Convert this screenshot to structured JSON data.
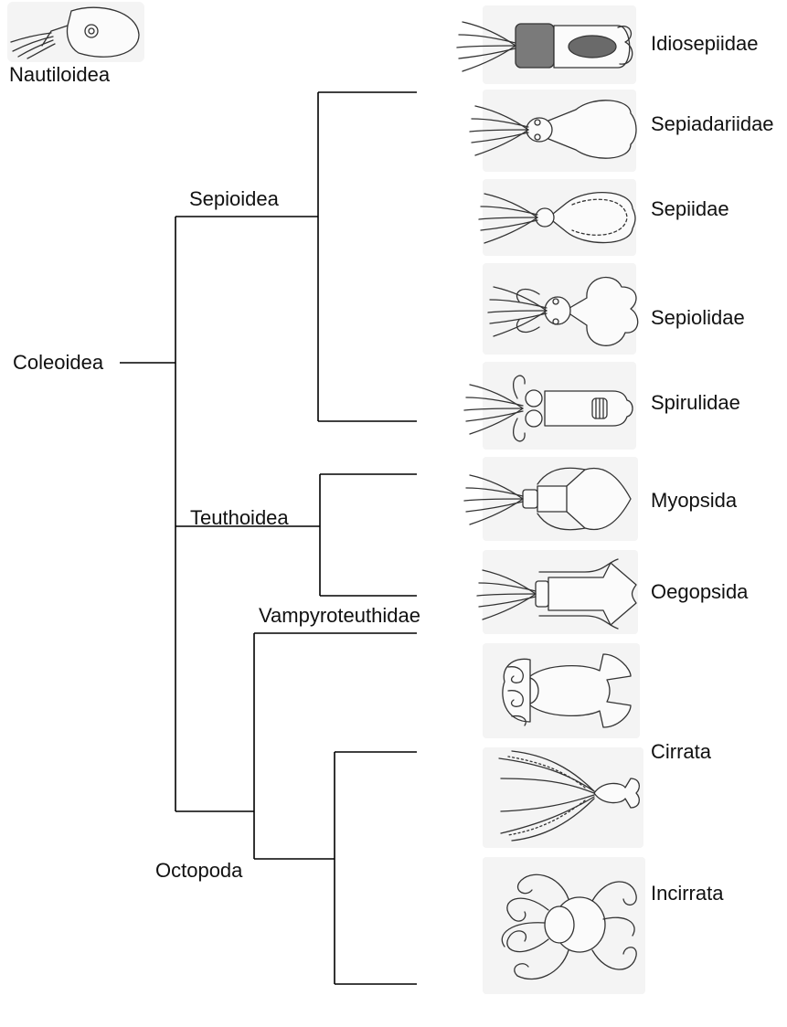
{
  "outgroup": {
    "label": "Nautiloidea",
    "icon": "nautilus-icon"
  },
  "root": {
    "label": "Coleoidea"
  },
  "clades": {
    "sepioidea": "Sepioidea",
    "teuthoidea": "Teuthoidea",
    "vampyroteuthidae": "Vampyroteuthidae",
    "octopoda": "Octopoda"
  },
  "taxa": [
    {
      "label": "Idiosepiidae",
      "icon": "idiosepiid-icon"
    },
    {
      "label": "Sepiadariidae",
      "icon": "sepiadariid-icon"
    },
    {
      "label": "Sepiidae",
      "icon": "cuttlefish-icon"
    },
    {
      "label": "Sepiolidae",
      "icon": "bobtail-squid-icon"
    },
    {
      "label": "Spirulidae",
      "icon": "spirula-icon"
    },
    {
      "label": "Myopsida",
      "icon": "myopsid-squid-icon"
    },
    {
      "label": "Oegopsida",
      "icon": "oegopsid-squid-icon"
    },
    {
      "label": "",
      "icon": "vampire-squid-icon"
    },
    {
      "label": "Cirrata",
      "icon": "cirrate-octopus-icon"
    },
    {
      "label": "Incirrata",
      "icon": "incirrate-octopus-icon"
    }
  ]
}
